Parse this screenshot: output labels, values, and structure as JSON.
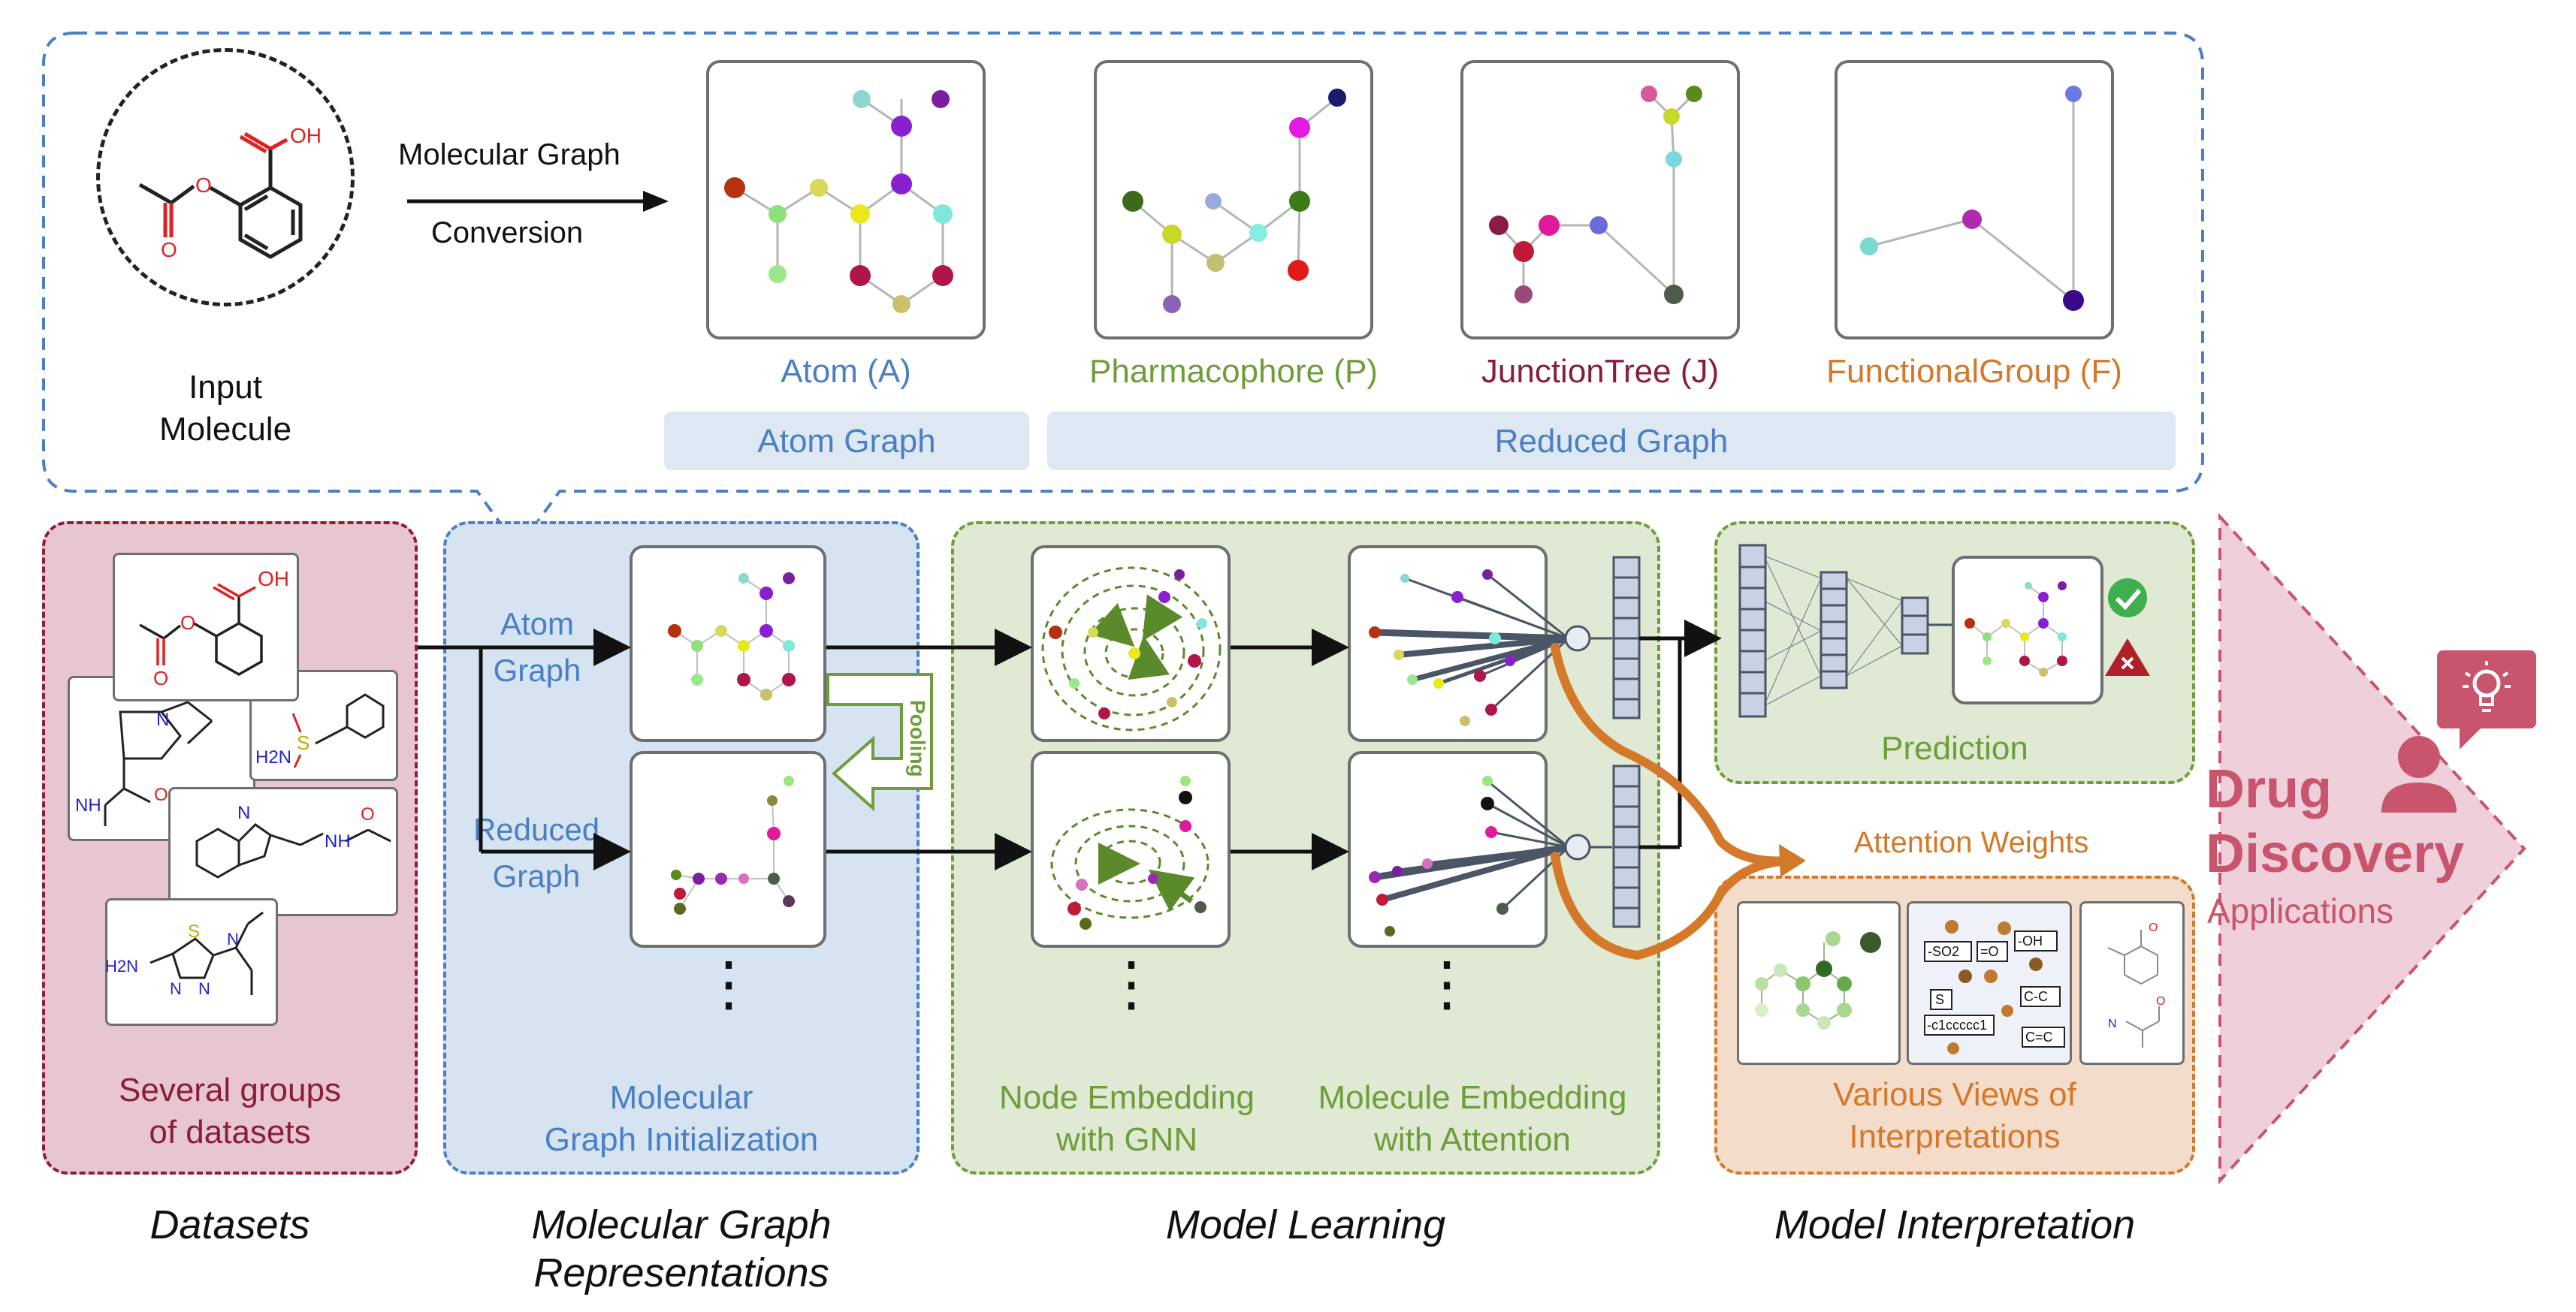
{
  "top": {
    "input_label": [
      "Input",
      "Molecule"
    ],
    "conversion": [
      "Molecular Graph",
      "Conversion"
    ],
    "graphs": [
      {
        "label": "Atom (A)",
        "color": "#4a7fc4"
      },
      {
        "label": "Pharmacophore (P)",
        "color": "#6d9e3a"
      },
      {
        "label": "JunctionTree (J)",
        "color": "#8a1d3a"
      },
      {
        "label": "FunctionalGroup (F)",
        "color": "#d4782a"
      }
    ],
    "atom_graph_band": "Atom Graph",
    "reduced_graph_band": "Reduced Graph"
  },
  "datasets": {
    "caption": [
      "Several groups",
      "of datasets"
    ],
    "stage": "Datasets"
  },
  "mol_graph": {
    "atom_graph": [
      "Atom",
      "Graph"
    ],
    "reduced_graph": [
      "Reduced",
      "Graph"
    ],
    "pooling": "Pooling",
    "caption": [
      "Molecular",
      "Graph Initialization"
    ],
    "stage": [
      "Molecular Graph",
      "Representations"
    ]
  },
  "model_learning": {
    "node_caption": [
      "Node Embedding",
      "with GNN"
    ],
    "mol_caption": [
      "Molecule Embedding",
      "with Attention"
    ],
    "stage": "Model Learning"
  },
  "interpretation": {
    "prediction": "Prediction",
    "attention_weights": "Attention Weights",
    "views_caption": [
      "Various Views of",
      "Interpretations"
    ],
    "stage": "Model Interpretation"
  },
  "drug": {
    "line1": "Drug",
    "line2": "Discovery",
    "line3": "Applications"
  },
  "chem": {
    "OH": "OH",
    "O": "O",
    "N": "N",
    "H2N": "H2N",
    "S": "S",
    "NH": "NH",
    "frag_so2": "-SO2",
    "frag_o": "=O",
    "frag_oh": "-OH",
    "frag_s": "S",
    "frag_cc": "C-C",
    "frag_ring": "-c1ccccc1",
    "frag_dbl": "C=C"
  },
  "colors": {
    "blue": "#4a7fc4",
    "green": "#6d9e3a",
    "maroon": "#8a1d3a",
    "orange": "#d4782a",
    "pink": "#c8546e",
    "gray_edge": "#4a5566"
  }
}
